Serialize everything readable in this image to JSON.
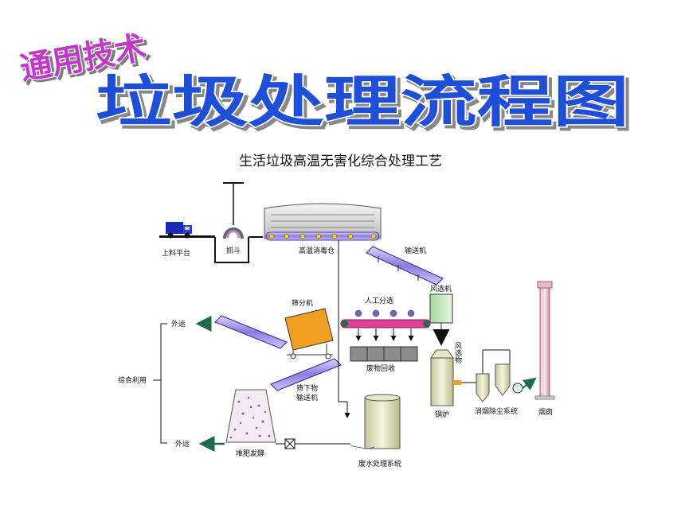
{
  "header": {
    "subtitle": "通用技术",
    "title": "垃圾处理流程图"
  },
  "diagram": {
    "caption": "生活垃圾高温无害化综合处理工艺",
    "labels": {
      "loading_platform": "上料平台",
      "grab": "抓斗",
      "sterilization_chamber": "高温消毒仓",
      "conveyor_top": "输送机",
      "fan_separator": "风选机",
      "manual_sorting": "人工分选",
      "screener": "筛分机",
      "transport_out_top": "外运",
      "comprehensive_use": "综合利用",
      "waste_recycling": "废物回收",
      "wind_selected": "风选物",
      "undersize_conveyor_line1": "筛下物",
      "undersize_conveyor_line2": "输送机",
      "boiler": "锅炉",
      "flue_gas_dedusting": "消烟除尘系统",
      "chimney": "烟囱",
      "transport_out_bottom": "外运",
      "compost_fermentation": "堆肥发酵",
      "wastewater_system": "废水处理系统"
    }
  },
  "colors": {
    "title_blue": "#1f4fd6",
    "subtitle_purple": "#c038c8",
    "conveyor_purple": "#7b63d6",
    "arrow_green": "#1e6b4a",
    "screener_orange": "#f0a020",
    "belt_pink": "#e0409a"
  }
}
